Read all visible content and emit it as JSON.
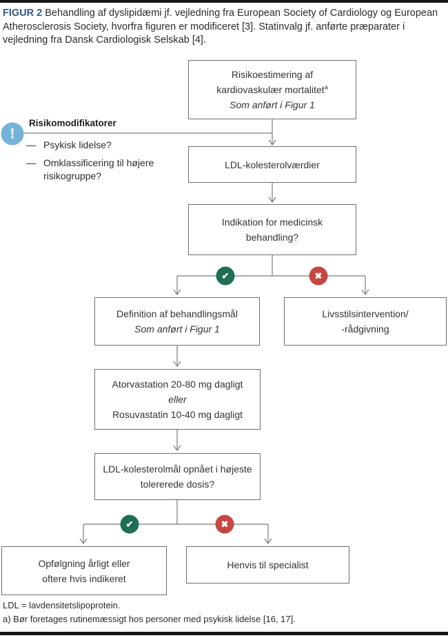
{
  "colors": {
    "figur_label_blue": "#2d5c8c",
    "callout_blue": "#74b4d8",
    "check_green": "#1e6f55",
    "cross_red": "#c74642",
    "line_gray": "#7a7a7a"
  },
  "title": {
    "label": "FIGUR 2",
    "text": "Behandling af dyslipidæmi jf. vejledning fra European Society of Cardiology og European Atherosclerosis Society, hvorfra figuren er modificeret [3]. Statinvalg jf. anførte præparater i vejledning fra Dansk Cardiologisk Selskab [4]."
  },
  "risk_modifiers": {
    "icon_glyph": "!",
    "heading": "Risikomodifikatorer",
    "items": [
      {
        "bullet": "—",
        "text": "Psykisk lidelse?"
      },
      {
        "bullet": "—",
        "text": "Omklassificering til højere risikogruppe?"
      }
    ]
  },
  "icons": {
    "check_glyph": "✔",
    "cross_glyph": "✖"
  },
  "nodes": {
    "risk_estimation": {
      "line1": "Risikoestimering af",
      "line2": "kardiovaskulær mortalitet",
      "superscript": "a",
      "note": "Som anført i Figur 1"
    },
    "ldl_values": {
      "line1": "LDL-kolesterolværdier"
    },
    "indication": {
      "line1": "Indikation for medicinsk",
      "line2": "behandling?"
    },
    "definition": {
      "line1": "Definition af behandlingsmål",
      "note": "Som anført i Figur 1"
    },
    "lifestyle": {
      "line1": "Livsstilsintervention/",
      "line2": "-rådgivning"
    },
    "statin": {
      "line1": "Atorvastation 20-80 mg dagligt",
      "conjunction": "eller",
      "line2": "Rosuvastatin 10-40 mg dagligt"
    },
    "ldl_goal": {
      "line1": "LDL-kolesterolmål opnået i højeste",
      "line2": "tolererede dosis?"
    },
    "followup": {
      "line1": "Opfølgning årligt eller",
      "line2": "oftere hvis indikeret"
    },
    "specialist": {
      "line1": "Henvis til specialist"
    }
  },
  "footnotes": [
    "LDL = lavdensitetslipoprotein.",
    "a) Bør foretages rutinemæssigt hos personer med psykisk lidelse [16, 17]."
  ]
}
